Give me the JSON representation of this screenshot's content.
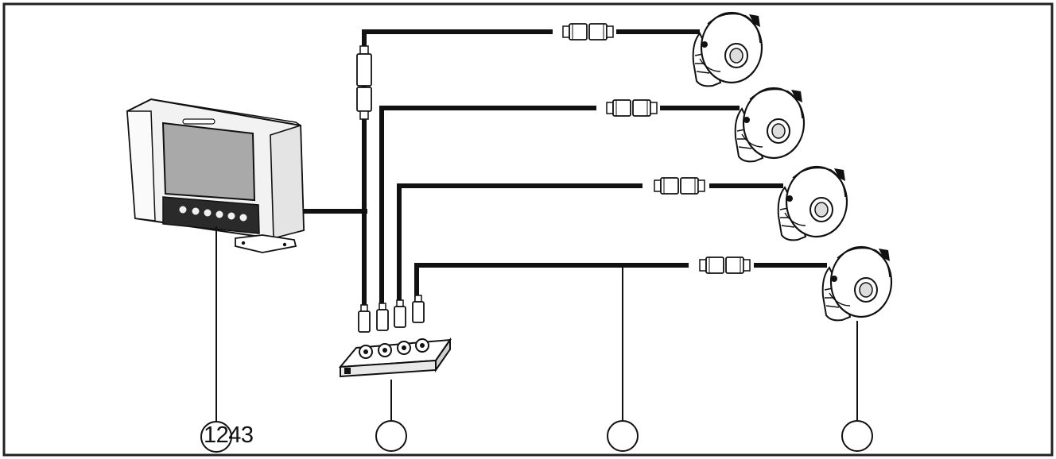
{
  "diagram": {
    "callouts": [
      {
        "name": "monitor",
        "label": "1243"
      },
      {
        "name": "junction-box",
        "label": ""
      },
      {
        "name": "extension-cable",
        "label": ""
      },
      {
        "name": "camera",
        "label": ""
      }
    ],
    "component_count": {
      "cameras": 4,
      "junction_ports": 4
    },
    "colors": {
      "cable": "#111111",
      "outline": "#1a1a1a",
      "screen": "#a9a9a9",
      "housing": "#f2f2f2"
    }
  }
}
